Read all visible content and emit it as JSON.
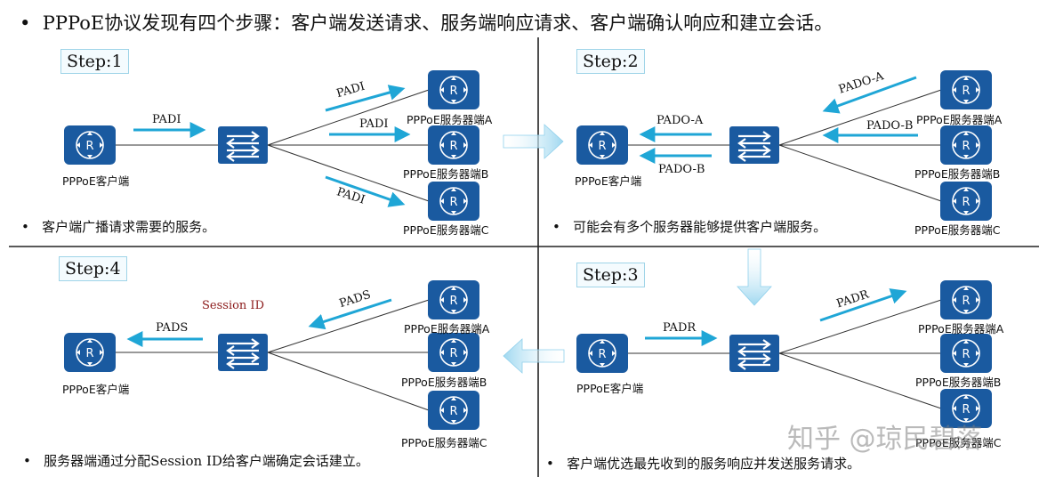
{
  "title": "PPPoE协议发现有四个步骤：客户端发送请求、服务端响应请求、客户端确认响应和建立会话。",
  "steps": {
    "s1": {
      "label": "Step:1",
      "client": "PPPoE客户端",
      "server_a": "PPPoE服务器端A",
      "server_b": "PPPoE服务器端B",
      "server_c": "PPPoE服务器端C",
      "pkt_client": "PADI",
      "pkt_a": "PADI",
      "pkt_b": "PADI",
      "pkt_c": "PADI",
      "desc": "客户端广播请求需要的服务。"
    },
    "s2": {
      "label": "Step:2",
      "client": "PPPoE客户端",
      "server_a": "PPPoE服务器端A",
      "server_b": "PPPoE服务器端B",
      "server_c": "PPPoE服务器端C",
      "pkt_a": "PADO-A",
      "pkt_b": "PADO-B",
      "pkt_client_a": "PADO-A",
      "pkt_client_b": "PADO-B",
      "desc": "可能会有多个服务器能够提供客户端服务。"
    },
    "s3": {
      "label": "Step:3",
      "client": "PPPoE客户端",
      "server_a": "PPPoE服务器端A",
      "server_b": "PPPoE服务器端B",
      "server_c": "PPPoE服务器端C",
      "pkt_client": "PADR",
      "pkt_a": "PADR",
      "desc": "客户端优选最先收到的服务响应并发送服务请求。"
    },
    "s4": {
      "label": "Step:4",
      "client": "PPPoE客户端",
      "server_a": "PPPoE服务器端A",
      "server_b": "PPPoE服务器端B",
      "server_c": "PPPoE服务器端C",
      "pkt_client": "PADS",
      "pkt_a": "PADS",
      "session": "Session ID",
      "desc": "服务器端通过分配Session ID给客户端确定会话建立。"
    }
  },
  "bullet_char": "•",
  "watermark": "知乎 @琼民碧落",
  "colors": {
    "router": "#1a5aa0",
    "switch": "#1a5aa0",
    "arrow": "#1fa6d6",
    "flow_arrow": "#bfe6f5",
    "session_text": "#8b1a1a"
  },
  "icons": {
    "router": "router-icon",
    "switch": "switch-icon"
  }
}
